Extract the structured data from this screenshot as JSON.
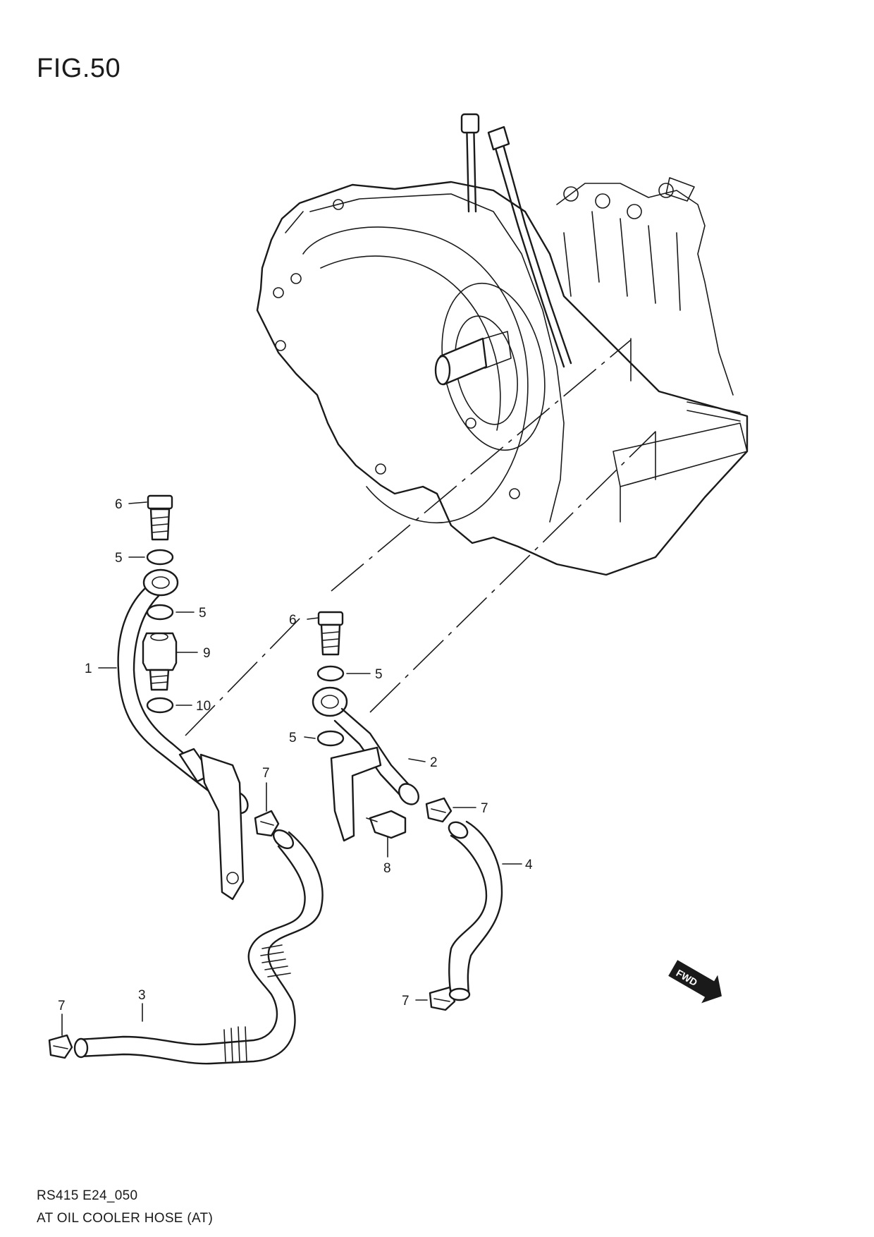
{
  "figure": {
    "title": "FIG.50"
  },
  "footer": {
    "code": "RS415 E24_050",
    "description": "AT OIL COOLER HOSE (AT)"
  },
  "fwd_badge": "FWD",
  "callouts": {
    "c1": "1",
    "c2": "2",
    "c3": "3",
    "c4": "4",
    "c5a": "5",
    "c5b": "5",
    "c5c": "5",
    "c5d": "5",
    "c6a": "6",
    "c6b": "6",
    "c7a": "7",
    "c7b": "7",
    "c7c": "7",
    "c7d": "7",
    "c8": "8",
    "c9": "9",
    "c10": "10"
  }
}
